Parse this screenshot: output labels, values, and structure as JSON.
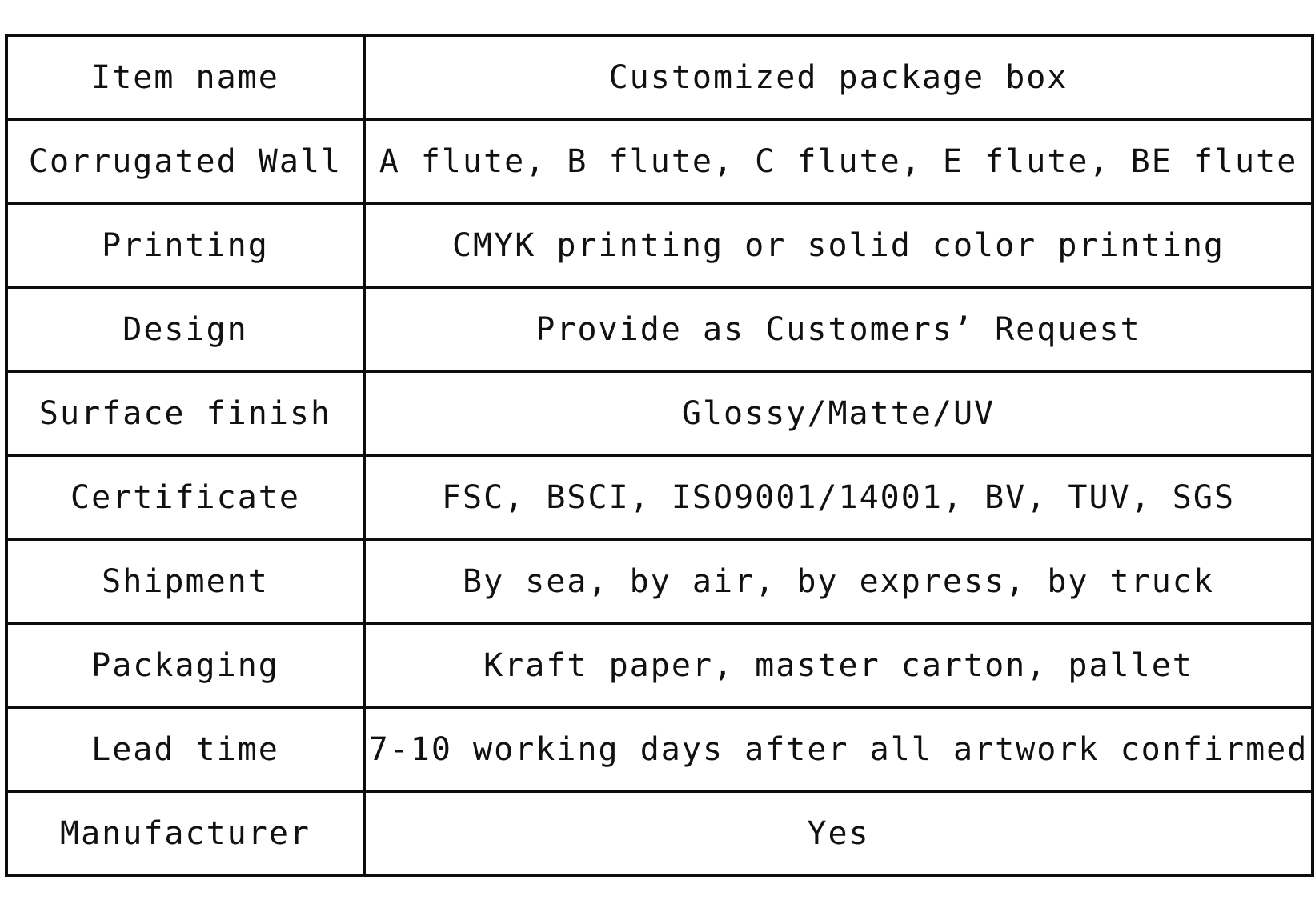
{
  "table": {
    "rows": [
      {
        "label": "Item name",
        "value": "Customized package box"
      },
      {
        "label": "Corrugated Wall",
        "value": "A flute, B flute, C flute, E flute, BE flute"
      },
      {
        "label": "Printing",
        "value": "CMYK printing or solid color printing"
      },
      {
        "label": "Design",
        "value": "Provide as Customers’ Request"
      },
      {
        "label": "Surface finish",
        "value": "Glossy/Matte/UV"
      },
      {
        "label": "Certificate",
        "value": "FSC, BSCI, ISO9001/14001, BV, TUV, SGS"
      },
      {
        "label": "Shipment",
        "value": "By sea, by air, by express, by truck"
      },
      {
        "label": "Packaging",
        "value": "Kraft paper, master carton, pallet"
      },
      {
        "label": "Lead time",
        "value": "7-10 working days after all artwork confirmed"
      },
      {
        "label": "Manufacturer",
        "value": "Yes"
      }
    ]
  }
}
